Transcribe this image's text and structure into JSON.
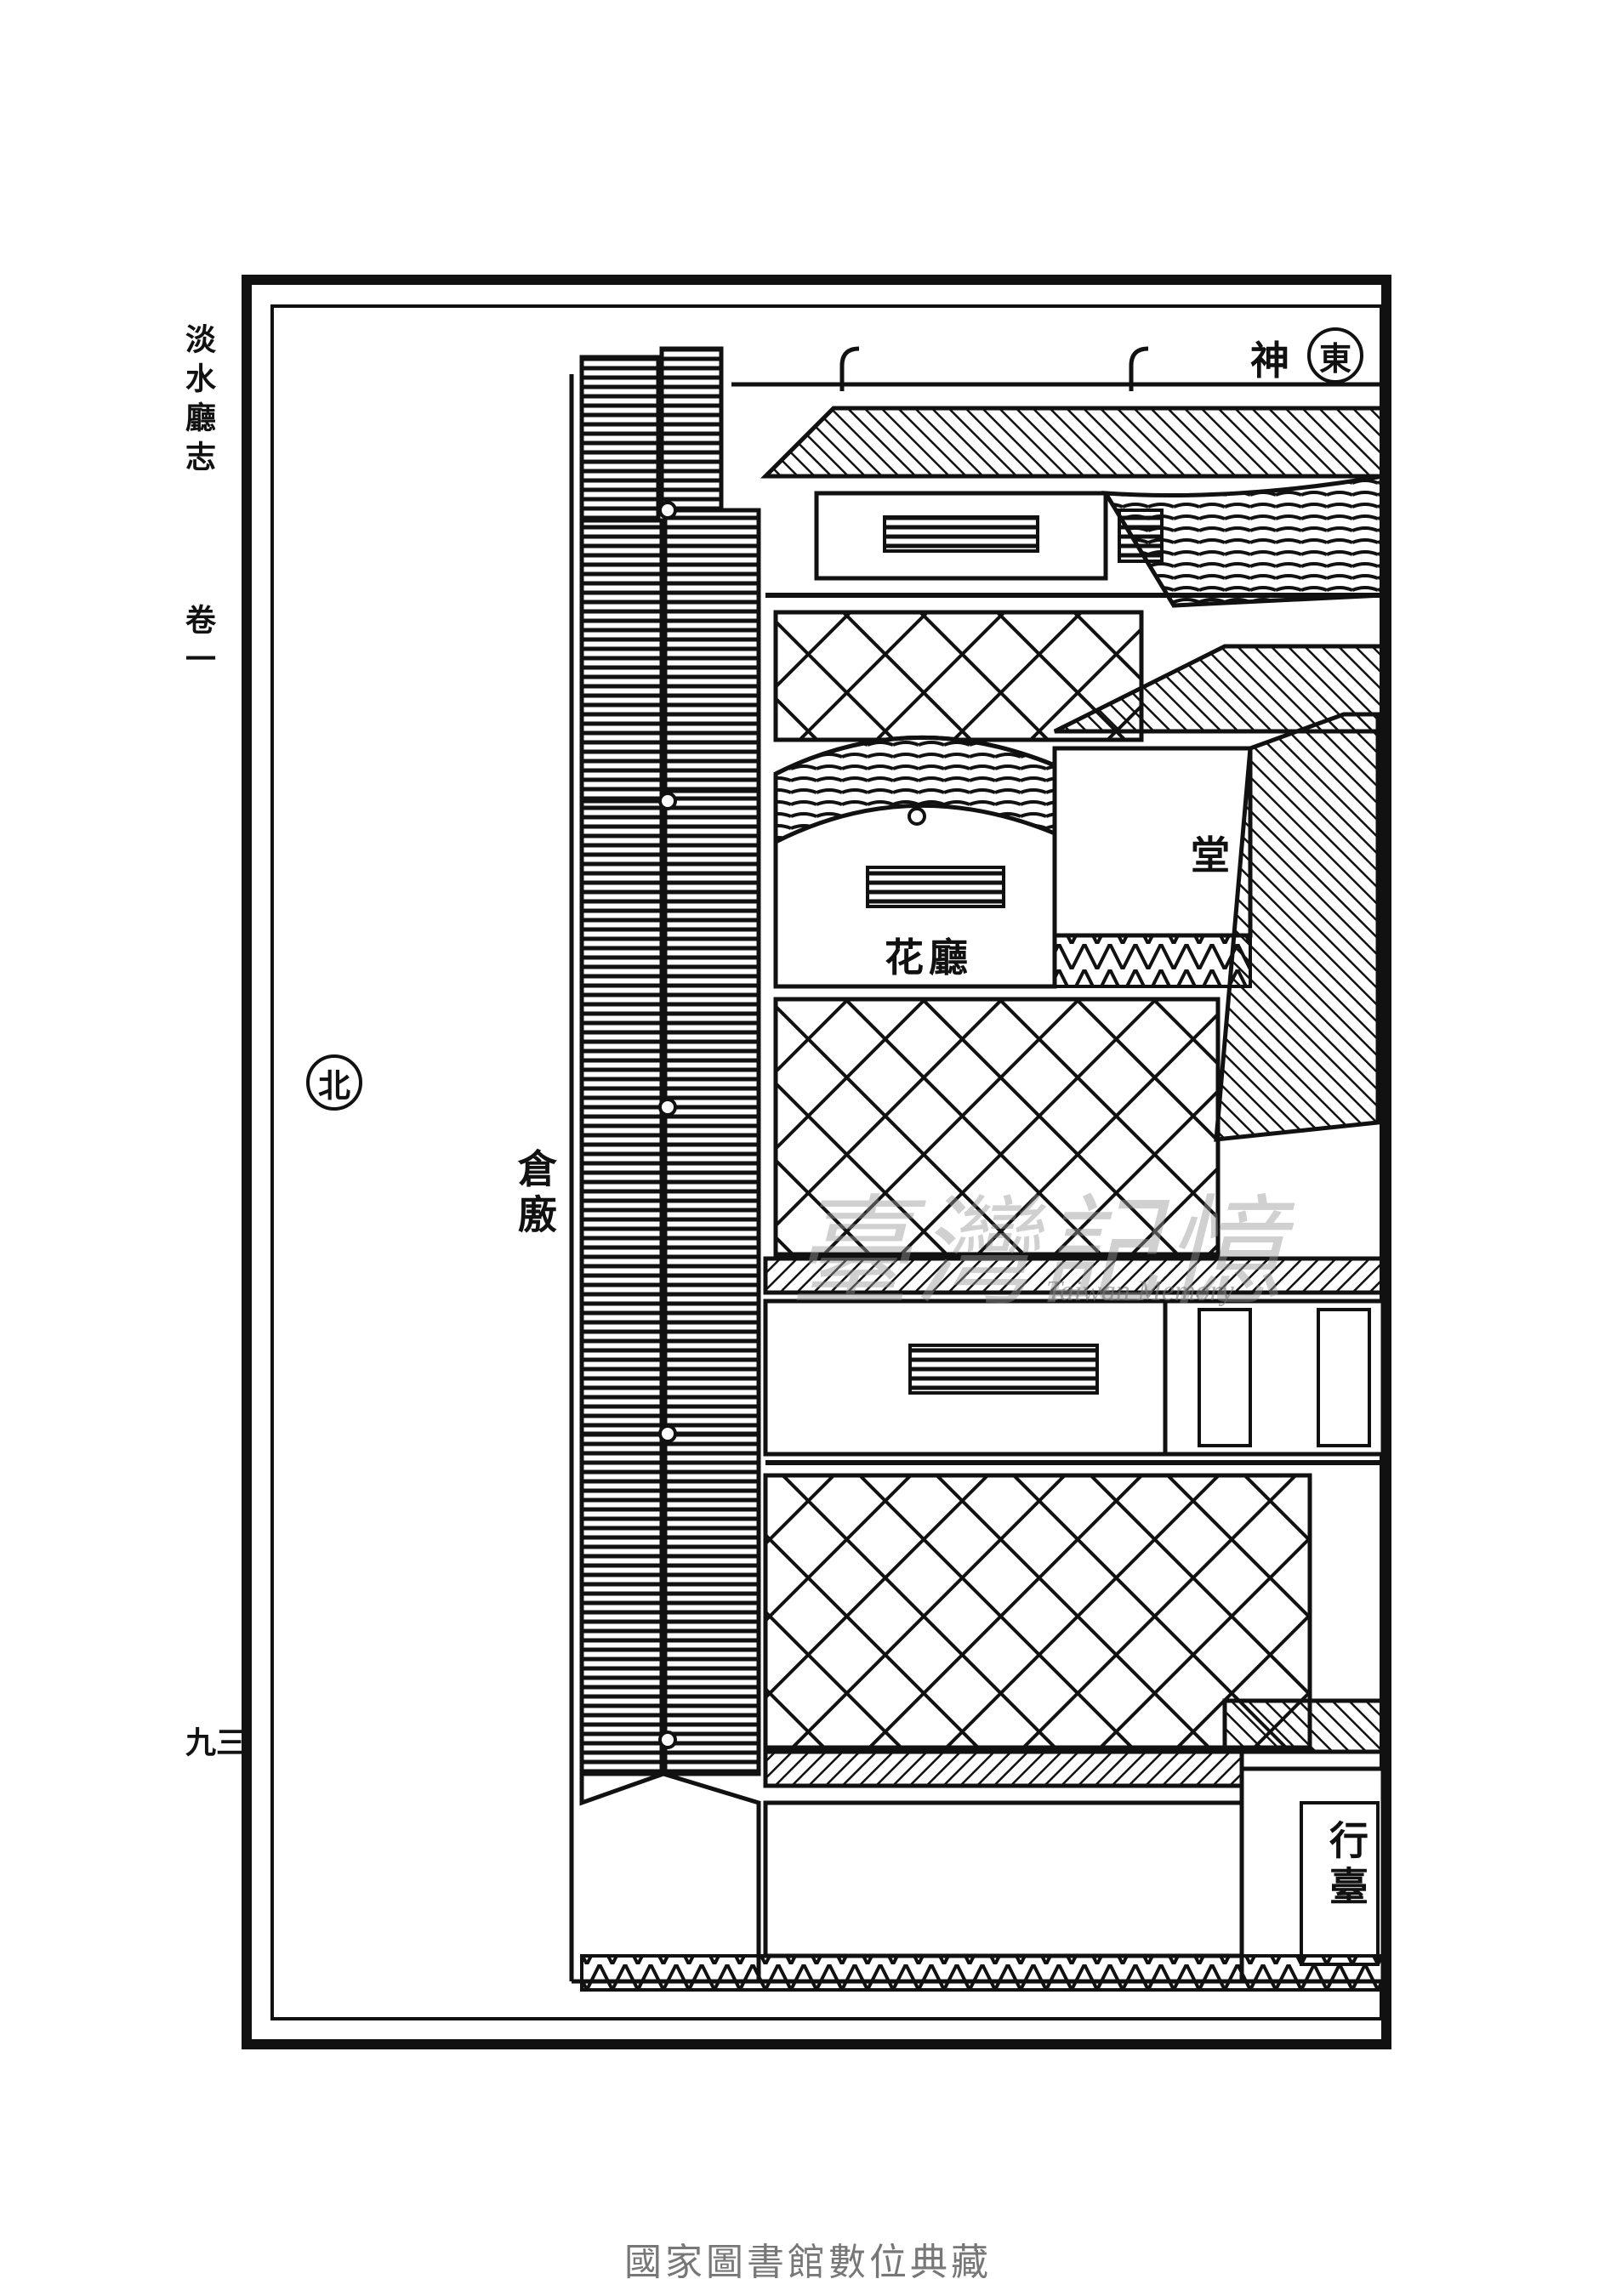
{
  "margin": {
    "book_title": "淡水廳志",
    "volume": "卷一",
    "page_number": "三九"
  },
  "compass": {
    "east": "東",
    "north": "北"
  },
  "labels": {
    "shrine": "神",
    "flower_hall": "花廳",
    "hall": "堂",
    "granary": "倉廒",
    "pavilion": "行臺"
  },
  "watermark": {
    "chinese": "臺灣記憶",
    "english": "Taiwan Memory"
  },
  "footer": {
    "text": "國家圖書館數位典藏"
  }
}
